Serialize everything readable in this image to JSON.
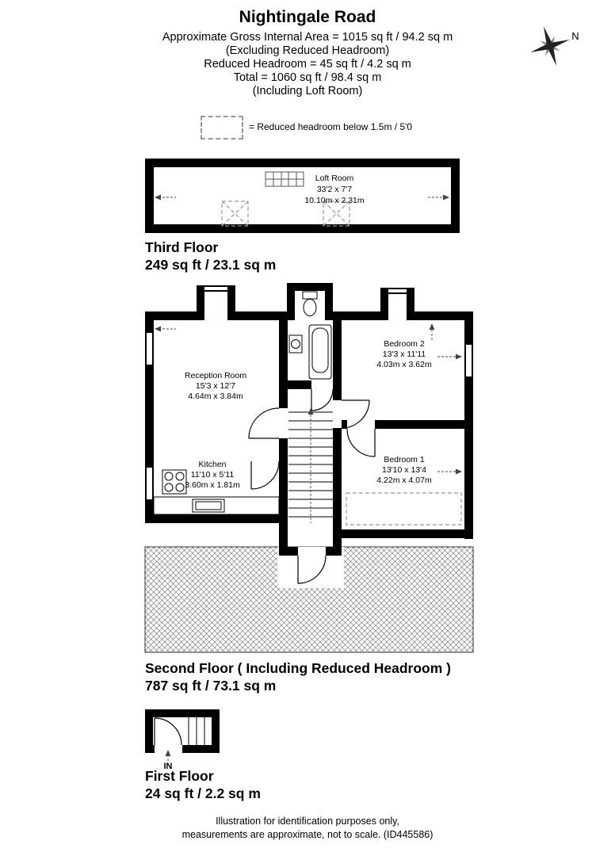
{
  "title": "Nightingale Road",
  "header": {
    "lines": [
      "Approximate Gross Internal Area = 1015 sq ft / 94.2 sq m",
      "(Excluding Reduced Headroom)",
      "Reduced Headroom = 45 sq ft / 4.2 sq m",
      "Total = 1060 sq ft / 98.4 sq m",
      "(Including Loft Room)"
    ],
    "compass_label": "N"
  },
  "legend": {
    "text": "= Reduced headroom below 1.5m / 5'0"
  },
  "floors": {
    "third": {
      "label": "Third Floor",
      "area": "249 sq ft / 23.1 sq m",
      "loft": {
        "name": "Loft Room",
        "imperial": "33'2 x 7'7",
        "metric": "10.10m x 2.31m"
      }
    },
    "second": {
      "label": "Second Floor ( Including Reduced Headroom )",
      "area": "787 sq ft / 73.1 sq m",
      "reception": {
        "name": "Reception Room",
        "imperial": "15'3 x 12'7",
        "metric": "4.64m x 3.84m"
      },
      "bedroom2": {
        "name": "Bedroom 2",
        "imperial": "13'3 x 11'11",
        "metric": "4.03m x 3.62m"
      },
      "bedroom1": {
        "name": "Bedroom 1",
        "imperial": "13'10 x 13'4",
        "metric": "4.22m x 4.07m"
      },
      "kitchen": {
        "name": "Kitchen",
        "imperial": "11'10 x 5'11",
        "metric": "3.60m x 1.81m"
      }
    },
    "first": {
      "label": "First Floor",
      "area": "24 sq ft / 2.2 sq m",
      "entrance": "IN"
    }
  },
  "footer": {
    "lines": [
      "Illustration for identification purposes only,",
      "measurements are approximate, not to scale. (ID445586)"
    ]
  }
}
